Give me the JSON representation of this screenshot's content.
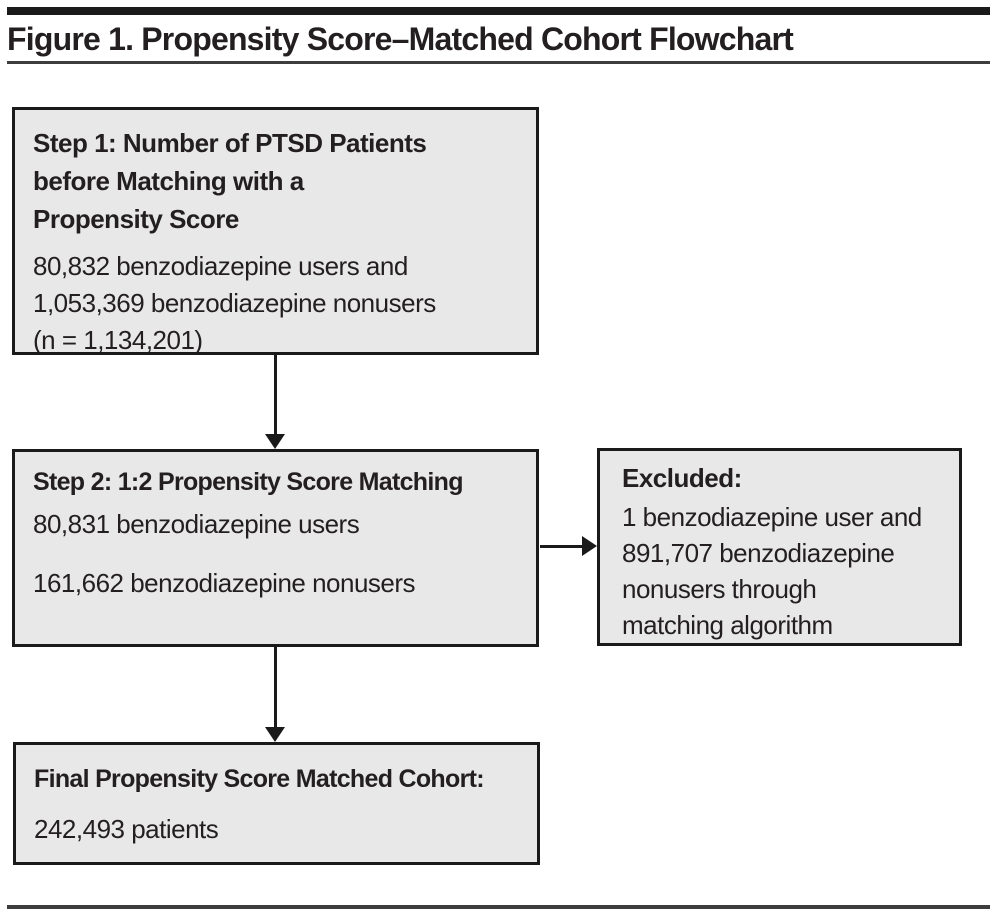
{
  "figure": {
    "title": "Figure 1. Propensity Score–Matched Cohort Flowchart"
  },
  "flowchart": {
    "step1": {
      "heading_lines": [
        "Step 1: Number of PTSD Patients",
        "before Matching with a",
        "Propensity Score"
      ],
      "body_lines": [
        "80,832 benzodiazepine users and",
        "1,053,369 benzodiazepine nonusers",
        "(n = 1,134,201)"
      ]
    },
    "step2": {
      "heading": "Step 2: 1:2 Propensity Score Matching",
      "users_line": "80,831 benzodiazepine users",
      "nonusers_line": "161,662 benzodiazepine nonusers"
    },
    "excluded": {
      "heading": "Excluded:",
      "body_lines": [
        "1 benzodiazepine user and",
        "891,707 benzodiazepine",
        "nonusers through",
        "matching algorithm"
      ]
    },
    "final": {
      "heading": "Final Propensity Score Matched Cohort:",
      "body": "242,493 patients"
    }
  },
  "colors": {
    "box_fill": "#e8e8e8",
    "box_border": "#1a1a1a",
    "text": "#231f20",
    "arrow": "#1a1a1a",
    "rule_thick": "#1a1a1a",
    "rule_thin": "#3d3d3d"
  }
}
